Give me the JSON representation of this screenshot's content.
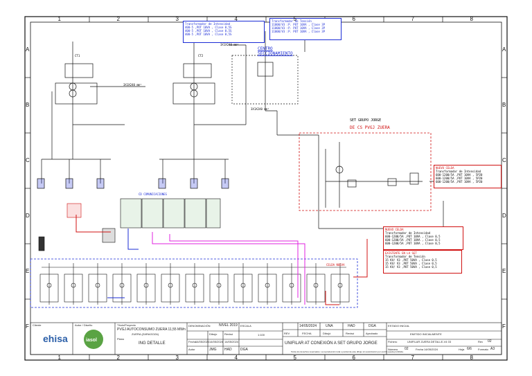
{
  "grid": {
    "columns": [
      "1",
      "2",
      "3",
      "4",
      "5",
      "6",
      "7",
      "8"
    ],
    "rows": [
      "A",
      "B",
      "C",
      "D",
      "E",
      "F"
    ]
  },
  "top_boxes": {
    "current_transformer": {
      "title": "Transformador de Intensidad",
      "lines": [
        "400-5 ,POT 10VA , Clase 0,5S",
        "400-5 ,POT 10VA , Clase 0,5S",
        "400-5 ,POT 10VA , Clase 0,5S"
      ]
    },
    "voltage_transformer": {
      "title": "Transformador de Tensión",
      "lines": [
        "11000/V3 :P. POT 10VA , Clase 3P",
        "11000/V3 :P. POT 10VA , Clase 3P",
        "11000/V3 :P. POT 10VA , Clase 3P"
      ]
    },
    "centro": "CENTRO SECCIONAMIENTO"
  },
  "labels": {
    "ct1": "CT1",
    "ct2": "CT2",
    "cable1": "3X1X240 mm²",
    "cable2": "3X1X240 mm²",
    "cable3": "3X1X240 mm²",
    "set_title": "SET GRUPO JORGE",
    "set_sub": "DE CS PVGJ ZUERA",
    "cd_label": "CD COMUNICACIONES",
    "nueva_celda": "CELDA NUEVA"
  },
  "right_boxes": {
    "box1": {
      "title": "NUEVO CELDA",
      "sub": "Transformador de Intensidad",
      "lines": [
        "600-1200/5A ,POT 10VA , 5P20",
        "600-1200/5A ,POT 10VA , 5P20",
        "600-1200/5A ,POT 10VA , 5P20"
      ]
    },
    "box2": {
      "title": "NUEVO CELDA",
      "sub": "Transformador de Intensidad",
      "lines": [
        "600-1200/5A ,POT 10VA , Clase 0,5",
        "600-1200/5A ,POT 10VA , Clase 0,5",
        "600-1200/5A ,POT 10VA , Clase 0,5"
      ]
    },
    "box3": {
      "title": "EXISTENTE EN LA SET",
      "sub": "Transformador de Tensión",
      "lines": [
        "15 KV/ V3 ,POT 50VA , Clase 0,5",
        "15 KV/ V3 ,POT 50VA , Clase 0,5",
        "15 KV/ V3 ,POT 50VA , Clase 0,5"
      ]
    }
  },
  "title_block": {
    "client_label": "Cliente",
    "client_logo": "ehisa",
    "author_label": "Autor / Diseño",
    "author_logo": "iasol",
    "project_label": "Título/Proyecto",
    "project": "PVGJ AUTOCONSUMO ZUERA 11,55 MWn",
    "project_sub": "ZUERA (ZARAGOZA)",
    "plano_label": "Plano",
    "plano": "ING DETALLE",
    "row_labels": [
      "DENOMINACIÓN",
      "Fecha",
      "Autor"
    ],
    "nivel": "NIVEL 2019",
    "escala_label": "ESCALA",
    "escala": "1:100",
    "dibujo_label": "Dibujo",
    "reviso_label": "Revisó",
    "aprobo_label": "Aprobó",
    "initials": [
      "JMG",
      "HAD",
      "DGA"
    ],
    "dates": [
      "14/05/2024",
      "14/05/2024",
      "14/05/2024"
    ],
    "rev_date": "14/05/2024",
    "rev_name1": "UNA",
    "rev_name2": "HAD",
    "rev_name3": "DGA",
    "rev_headers": [
      "REV",
      "FECHA",
      "Dibujó",
      "Revisó",
      "Aprobado",
      "MOTIVO"
    ],
    "estado_label": "ESTADO INICIAL",
    "motivo": "EMITIDO INICIALMENTE",
    "main_title": "UNIFILAR AT CONEXIÓN A SET GRUPO JORGE",
    "fichero_label": "Fichero",
    "fichero": "UNIFILAR ZUERA DETALLE-V4 03",
    "numero_label": "Número",
    "numero": "02",
    "fecha_label": "Fecha",
    "fecha": "14/05/2024",
    "hoja_label": "Hoja",
    "hoja": "6/6",
    "rev_label": "Rev",
    "rev": "02",
    "formato_label": "Formato",
    "formato": "A3",
    "disclaimer": "Todos los derechos reservados. La reproducción total o parcial de este dibujo sin autorización por escrito queda prohibida."
  },
  "colors": {
    "line": "#111111",
    "blue": "#1a2bd6",
    "red": "#d01010",
    "magenta": "#e020e0",
    "green": "#2aa02a",
    "cyan": "#20c0e0"
  }
}
